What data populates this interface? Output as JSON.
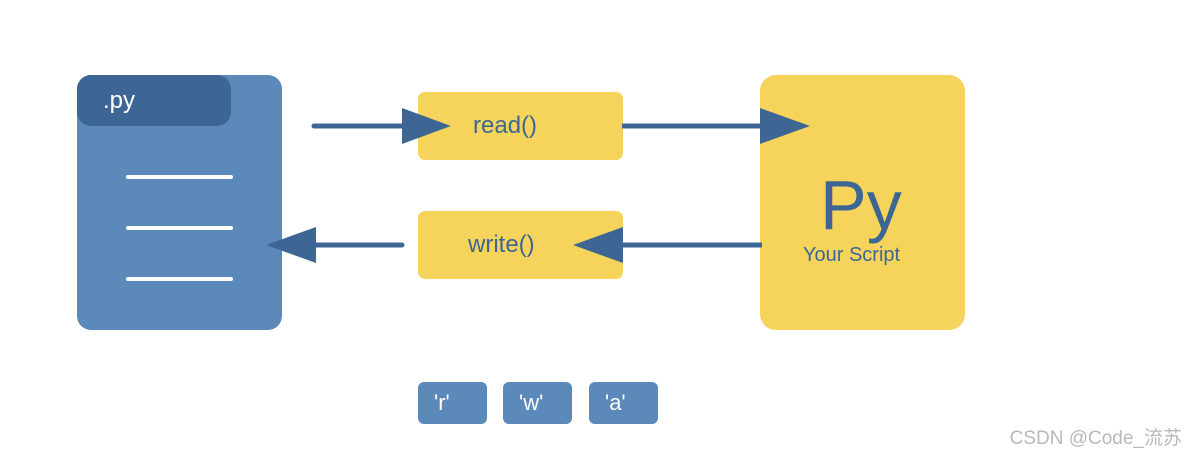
{
  "file": {
    "tab_label": ".py"
  },
  "functions": {
    "read_label": "read()",
    "write_label": "write()"
  },
  "script": {
    "logo_text": "Py",
    "subtitle": "Your Script"
  },
  "modes": [
    "'r'",
    "'w'",
    "'a'"
  ],
  "watermark": "CSDN @Code_流苏",
  "colors": {
    "blue": "#5b89ba",
    "dark_blue": "#3d6694",
    "yellow": "#f6d45b",
    "white": "#ffffff"
  }
}
